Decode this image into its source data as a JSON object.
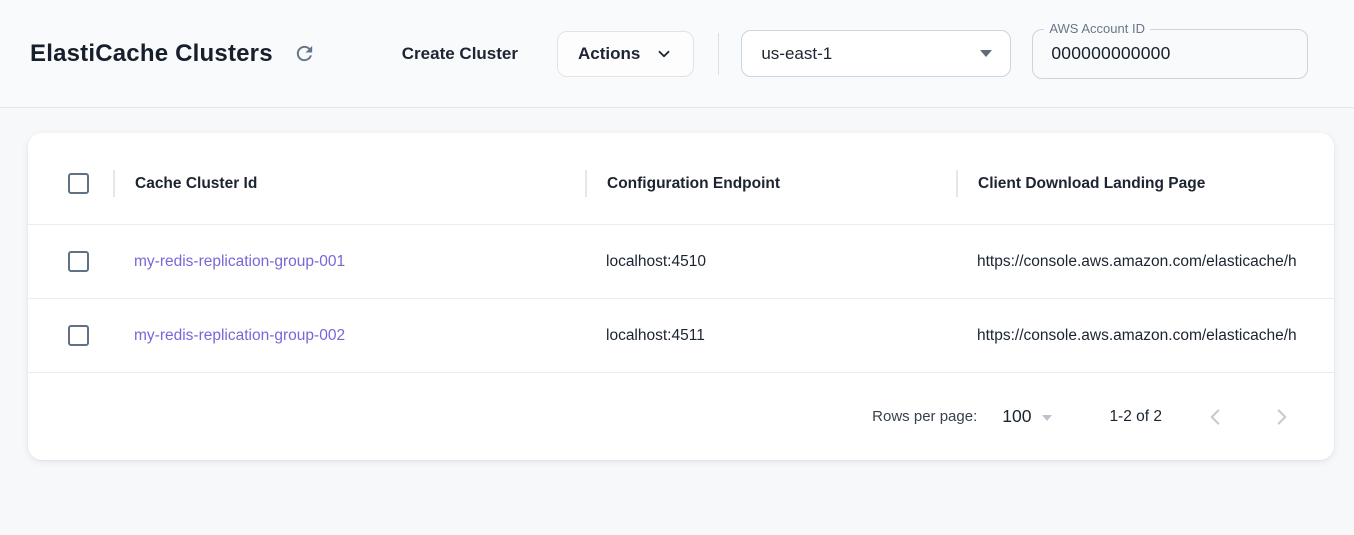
{
  "header": {
    "title": "ElastiCache Clusters",
    "create_button_label": "Create Cluster",
    "actions_button_label": "Actions",
    "region_selected": "us-east-1",
    "account_field": {
      "label": "AWS Account ID",
      "value": "000000000000"
    }
  },
  "table": {
    "columns": [
      "Cache Cluster Id",
      "Configuration Endpoint",
      "Client Download Landing Page"
    ],
    "rows": [
      {
        "cache_cluster_id": "my-redis-replication-group-001",
        "configuration_endpoint": "localhost:4510",
        "client_download_landing_page": "https://console.aws.amazon.com/elasticache/h"
      },
      {
        "cache_cluster_id": "my-redis-replication-group-002",
        "configuration_endpoint": "localhost:4511",
        "client_download_landing_page": "https://console.aws.amazon.com/elasticache/h"
      }
    ]
  },
  "pagination": {
    "rows_per_page_label": "Rows per page:",
    "rows_per_page_value": "100",
    "range_label": "1-2 of 2"
  },
  "icons": {
    "refresh": "circular-arrow-clockwise",
    "actions_chevron": "chevron-down",
    "region_arrow": "triangle-down",
    "rows_per_page_arrow": "triangle-down",
    "prev_page": "chevron-left",
    "next_page": "chevron-right"
  },
  "colors": {
    "link_purple": "#7668d6",
    "checkbox_border": "#5f7183",
    "icon_slate": "#64748b",
    "divider": "#e3e7ec",
    "page_background": "#f6f8fa",
    "card_background": "#ffffff"
  }
}
